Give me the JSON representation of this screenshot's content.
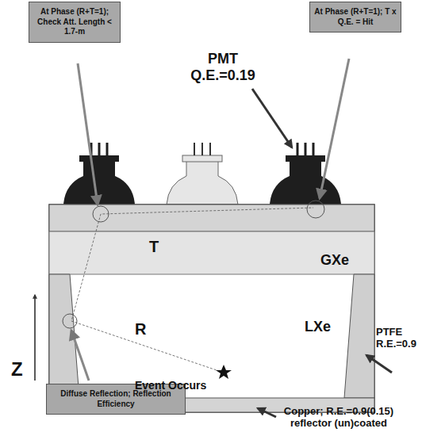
{
  "diagram": {
    "nodes": [
      {
        "text": [
          "At Phase (R+T=1); Check Att. Length < 1.7-m"
        ]
      },
      {
        "text": [
          "At Phase (R+T=1); T x Q.E. = Hit"
        ]
      },
      {
        "text": [
          "Diffuse Reflection; Reflection Efficiency"
        ]
      }
    ],
    "labels": [
      "PMT Q.E.=0.19",
      "T",
      "GXe",
      "R",
      "LXe",
      "Event Occurs",
      "PTFE R.E.=0.9",
      "Copper; R.E.=0.9(0.15) reflector (un)coated",
      "Z"
    ]
  }
}
